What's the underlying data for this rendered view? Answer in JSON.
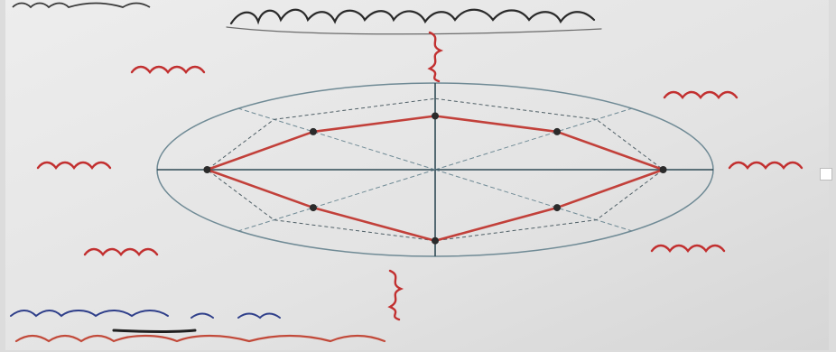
{
  "colors": {
    "paper": "#e6e6e6",
    "grid_line": "#6f8a95",
    "axis_line": "#2f4a55",
    "plot_line": "#c2403a",
    "plot_point": "#2b2b2b",
    "label_red": "#c23030",
    "ink_dark": "#1f1f1f"
  },
  "chart_data": {
    "type": "radar",
    "spokes": 8,
    "values": [
      0.62,
      0.62,
      0.82,
      0.62,
      0.82,
      0.62,
      0.82,
      0.62
    ]
  },
  "icons": [
    "handwritten-title",
    "handwritten-spoke-label",
    "handwritten-footer-note"
  ]
}
